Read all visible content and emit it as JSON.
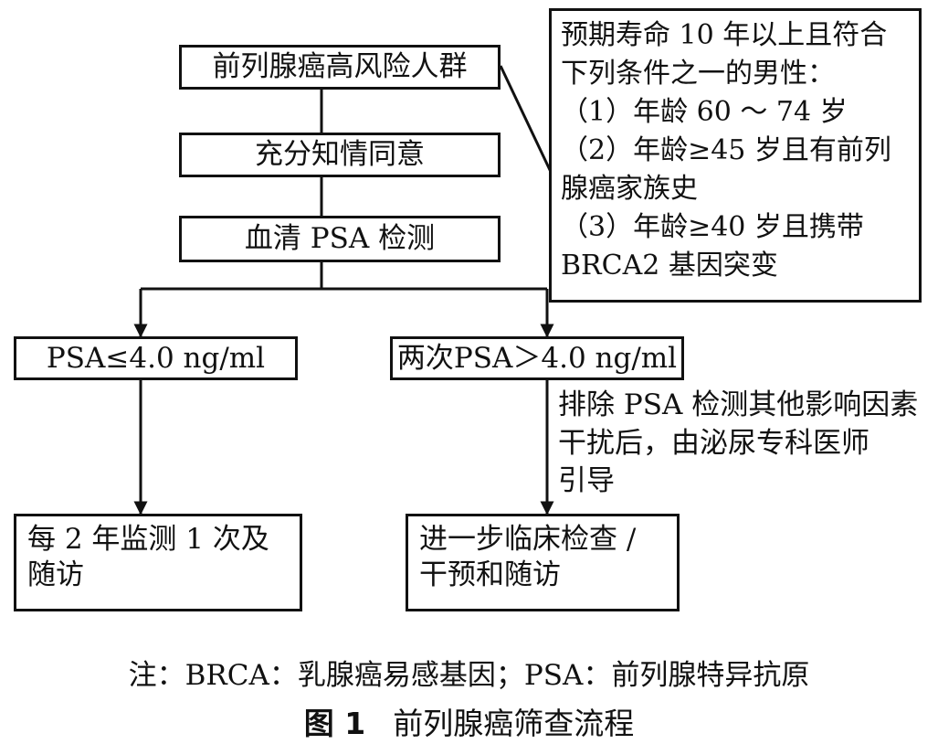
{
  "flow": {
    "high_risk": "前列腺癌高风险人群",
    "consent": "充分知情同意",
    "psa_test": "血清 PSA 检测",
    "psa_low": "PSA≤4.0 ng/ml",
    "psa_high": "两次PSA＞4.0 ng/ml",
    "low_outcome": [
      "每 2 年监测 1 次及",
      "随访"
    ],
    "high_outcome": [
      "进一步临床检查 /",
      "干预和随访"
    ],
    "referral_note": [
      "排除 PSA 检测其他影响因素",
      "干扰后，由泌尿专科医师",
      "引导"
    ]
  },
  "criteria": {
    "lines": [
      "预期寿命 10 年以上且符合",
      "下列条件之一的男性：",
      "（1）年龄 60 ～ 74 岁",
      "（2）年龄≥45 岁且有前列",
      "腺癌家族史",
      "（3）年龄≥40 岁且携带",
      "BRCA2 基因突变"
    ]
  },
  "footnote": "注：BRCA：乳腺癌易感基因；PSA：前列腺特异抗原",
  "caption": {
    "number": "图 1",
    "title": "前列腺癌筛查流程"
  }
}
